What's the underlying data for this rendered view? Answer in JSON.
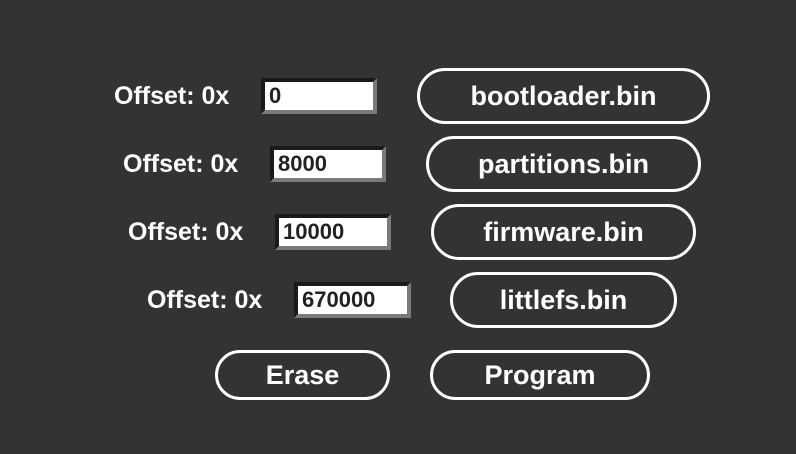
{
  "rows": [
    {
      "offset_label": "Offset: 0x",
      "offset_value": "0",
      "file_button": "bootloader.bin"
    },
    {
      "offset_label": "Offset: 0x",
      "offset_value": "8000",
      "file_button": "partitions.bin"
    },
    {
      "offset_label": "Offset: 0x",
      "offset_value": "10000",
      "file_button": "firmware.bin"
    },
    {
      "offset_label": "Offset: 0x",
      "offset_value": "670000",
      "file_button": "littlefs.bin"
    }
  ],
  "actions": {
    "erase_label": "Erase",
    "program_label": "Program"
  },
  "colors": {
    "background": "#333333",
    "foreground": "#ffffff"
  }
}
